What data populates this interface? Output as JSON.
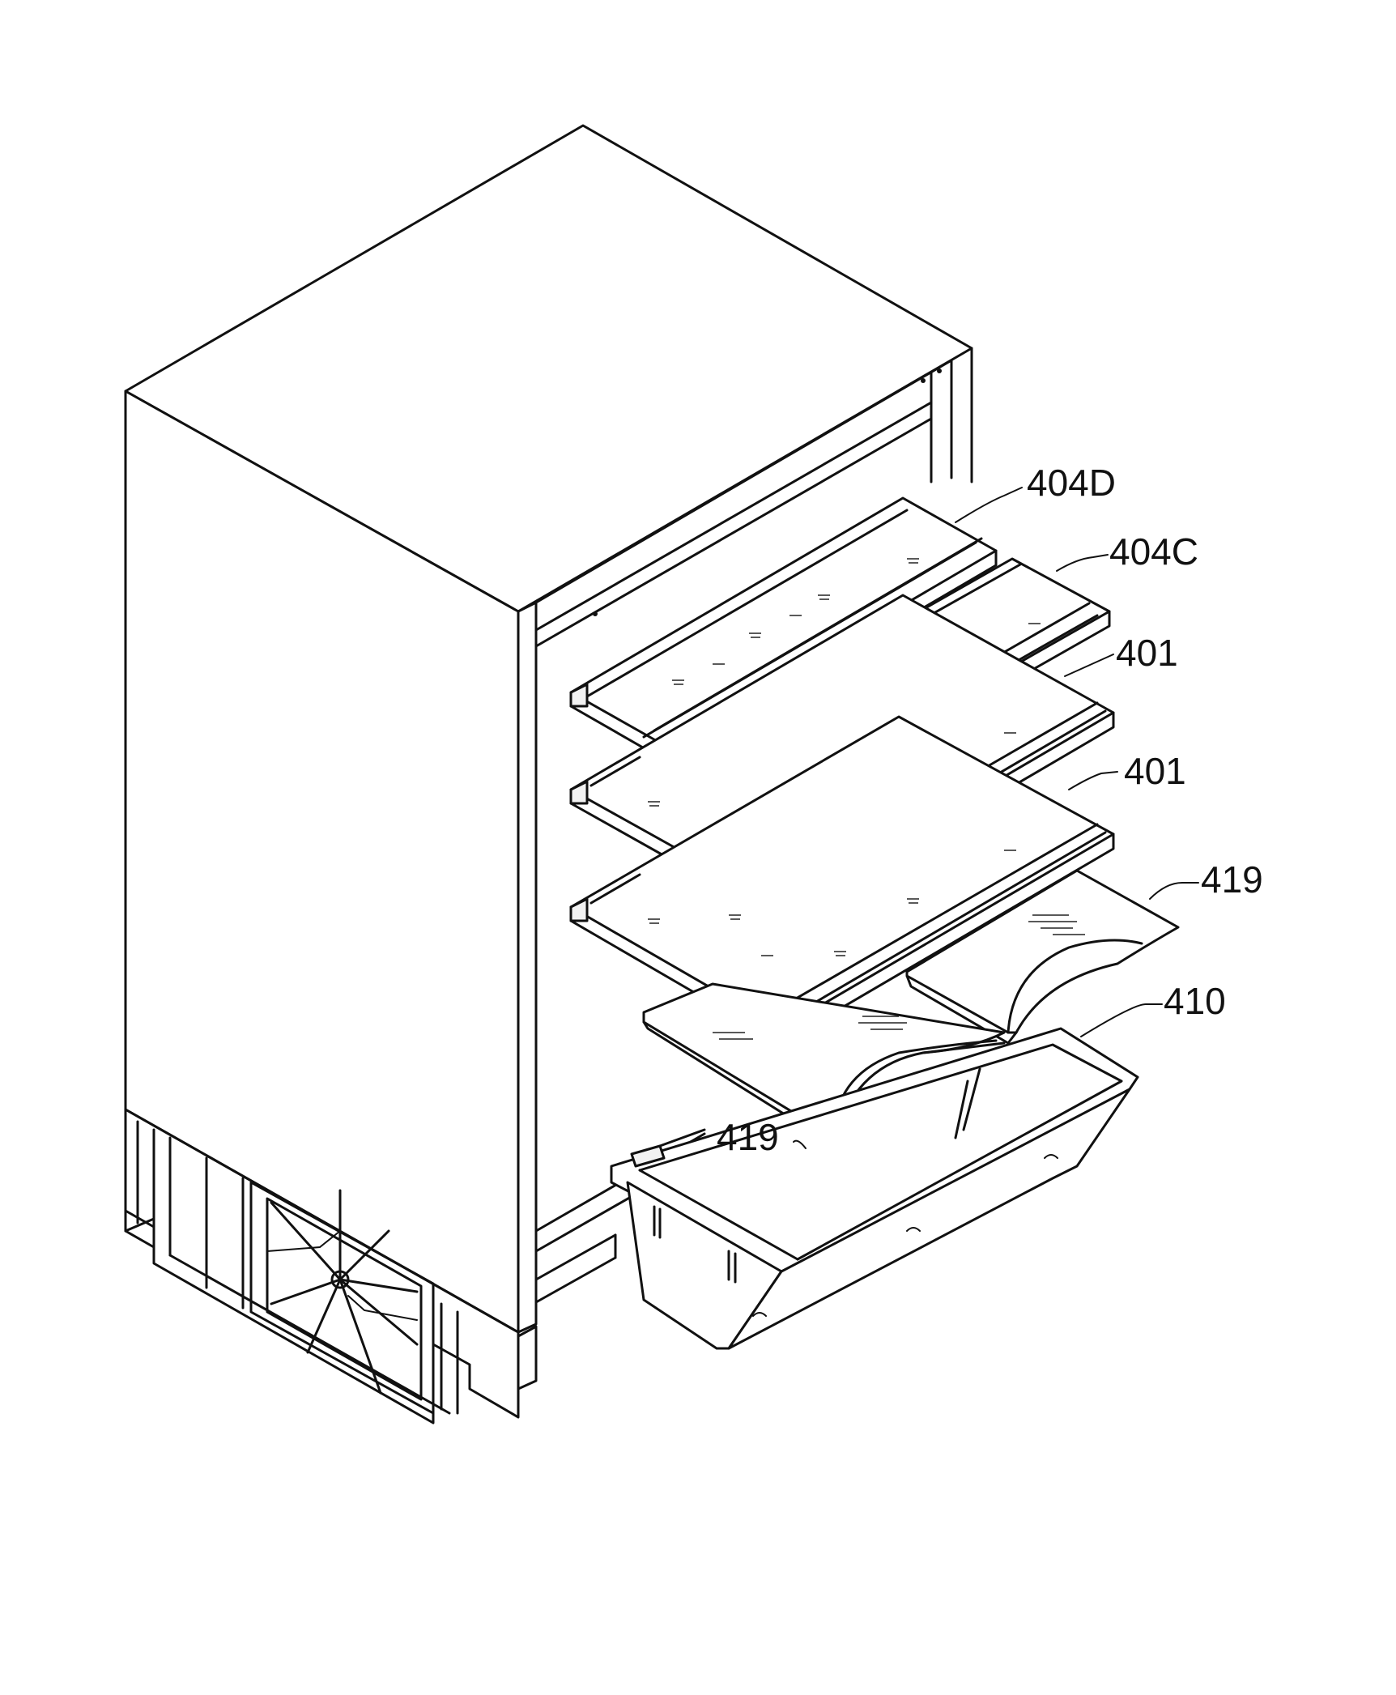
{
  "labels": {
    "shelf_404d": "404D",
    "shelf_404c": "404C",
    "shelf_401_upper": "401",
    "shelf_401_lower": "401",
    "cover_419_right": "419",
    "bin_410": "410",
    "cover_419_left": "419"
  }
}
